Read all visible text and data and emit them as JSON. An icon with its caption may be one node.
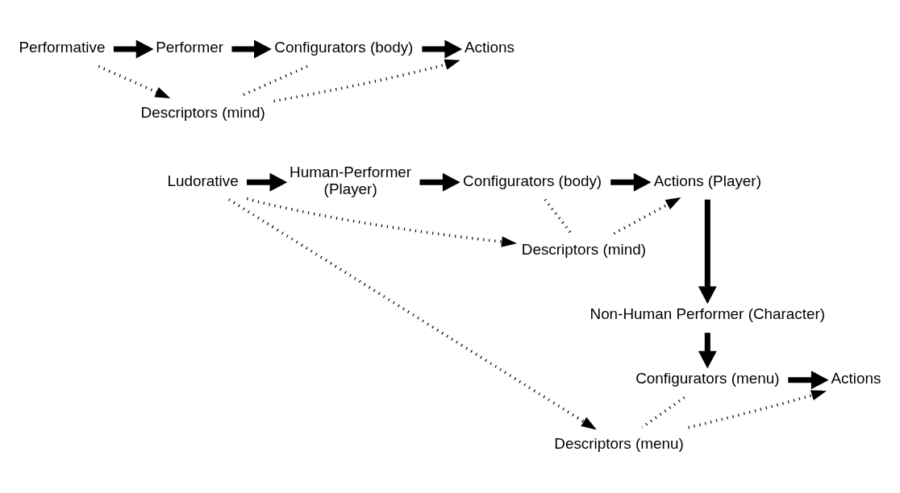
{
  "diagram": {
    "nodes": [
      {
        "text": [
          "Performative"
        ]
      },
      {
        "text": [
          "Performer"
        ]
      },
      {
        "text": [
          "Configurators (body)"
        ]
      },
      {
        "text": [
          "Actions"
        ]
      },
      {
        "text": [
          "Descriptors (mind)"
        ]
      },
      {
        "text": [
          "Ludorative"
        ]
      },
      {
        "text": [
          "Human-Performer",
          "(Player)"
        ]
      },
      {
        "text": [
          "Configurators (body)"
        ]
      },
      {
        "text": [
          "Actions (Player)"
        ]
      },
      {
        "text": [
          "Descriptors (mind)"
        ]
      },
      {
        "text": [
          "Non-Human Performer (Character)"
        ]
      },
      {
        "text": [
          "Configurators (menu)"
        ]
      },
      {
        "text": [
          "Actions"
        ]
      },
      {
        "text": [
          "Descriptors (menu)"
        ]
      }
    ],
    "edges": [
      {
        "from": 0,
        "to": 1,
        "arrow": "to",
        "style": "thick"
      },
      {
        "from": 1,
        "to": 2,
        "arrow": "to",
        "style": "thick"
      },
      {
        "from": 2,
        "to": 3,
        "arrow": "to",
        "style": "thick"
      },
      {
        "from": 2,
        "to": 4,
        "arrow": "none",
        "style": "dashed"
      },
      {
        "from": 0,
        "to": 4,
        "arrow": "to",
        "style": "dashed"
      },
      {
        "from": 4,
        "to": 3,
        "arrow": "to",
        "style": "dashed"
      },
      {
        "from": 5,
        "to": 6,
        "arrow": "to",
        "style": "thick"
      },
      {
        "from": 6,
        "to": 7,
        "arrow": "to",
        "style": "thick"
      },
      {
        "from": 7,
        "to": 8,
        "arrow": "to",
        "style": "thick"
      },
      {
        "from": 7,
        "to": 9,
        "arrow": "none",
        "style": "dashed"
      },
      {
        "from": 9,
        "to": 8,
        "arrow": "to",
        "style": "dashed"
      },
      {
        "from": 8,
        "to": 10,
        "arrow": "to",
        "style": "thick"
      },
      {
        "from": 10,
        "to": 11,
        "arrow": "to",
        "style": "thick"
      },
      {
        "from": 11,
        "to": 12,
        "arrow": "to",
        "style": "thick"
      },
      {
        "from": 5,
        "to": 9,
        "arrow": "to",
        "style": "dashed"
      },
      {
        "from": 11,
        "to": 13,
        "arrow": "none",
        "style": "dashed"
      },
      {
        "from": 13,
        "to": 12,
        "arrow": "to",
        "style": "dashed"
      },
      {
        "from": 5,
        "to": 13,
        "arrow": "to",
        "style": "dashed"
      }
    ]
  }
}
